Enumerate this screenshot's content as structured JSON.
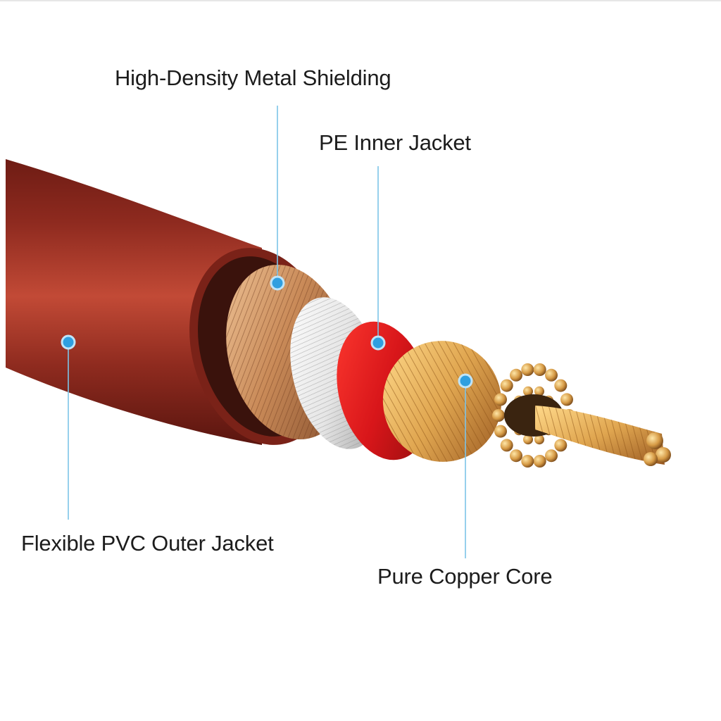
{
  "labels": {
    "shielding": "High-Density Metal Shielding",
    "inner_jacket": "PE Inner Jacket",
    "outer_jacket": "Flexible PVC Outer Jacket",
    "core": "Pure Copper Core"
  },
  "colors": {
    "pvc_jacket": "#8e2a1f",
    "pvc_highlight": "#c24a36",
    "shield_copper": "#c98a58",
    "foil_silver": "#e6e6e6",
    "pe_jacket": "#d8161a",
    "copper_core": "#e0a650",
    "leader_line": "#7cc4e8",
    "marker_dot": "#2f9fe0"
  }
}
